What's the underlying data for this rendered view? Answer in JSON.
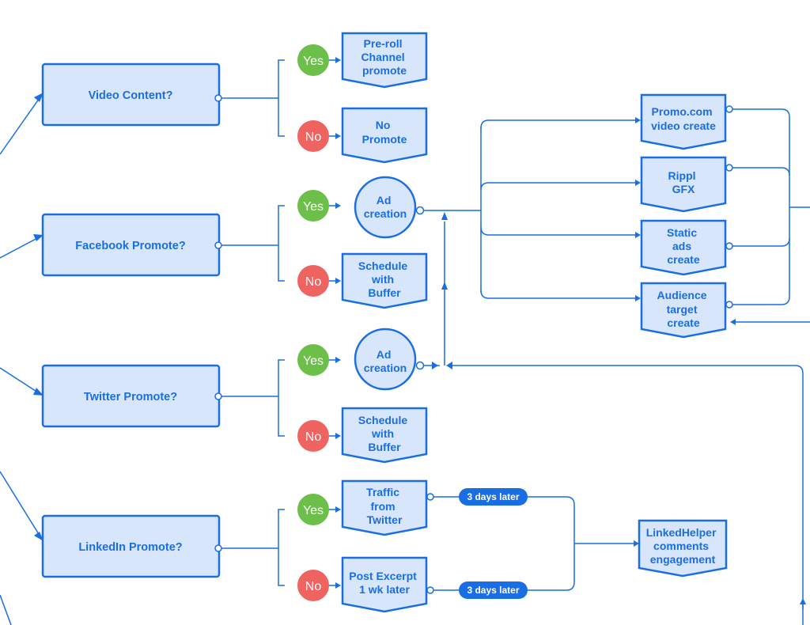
{
  "decisions": {
    "video": "Video Content?",
    "facebook": "Facebook Promote?",
    "twitter": "Twitter Promote?",
    "linkedin": "LinkedIn Promote?"
  },
  "badges": {
    "yes": "Yes",
    "no": "No"
  },
  "steps": {
    "preroll": [
      "Pre-roll",
      "Channel",
      "promote"
    ],
    "no_promote": [
      "No",
      "Promote"
    ],
    "fb_ad": [
      "Ad",
      "creation"
    ],
    "fb_buffer": [
      "Schedule",
      "with",
      "Buffer"
    ],
    "tw_ad": [
      "Ad",
      "creation"
    ],
    "tw_buffer": [
      "Schedule",
      "with",
      "Buffer"
    ],
    "traffic": [
      "Traffic",
      "from",
      "Twitter"
    ],
    "excerpt": [
      "Post Excerpt",
      "1 wk later"
    ],
    "promo": [
      "Promo.com",
      "video create"
    ],
    "rippl": [
      "Rippl",
      "GFX"
    ],
    "static": [
      "Static",
      "ads",
      "create"
    ],
    "audience": [
      "Audience",
      "target",
      "create"
    ],
    "linkedhelper": [
      "LinkedHelper",
      "comments",
      "engagement"
    ]
  },
  "delays": {
    "top": "3 days later",
    "bottom": "3 days later"
  },
  "colors": {
    "primary": "#1a6ee3",
    "fill": "#d8e6fb",
    "yes": "#6cc04a",
    "no": "#ef6461"
  }
}
